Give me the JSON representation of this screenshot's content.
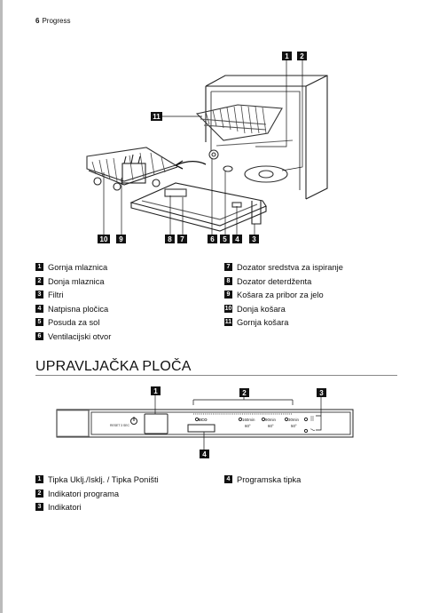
{
  "header": {
    "page_number": "6",
    "title": "Progress"
  },
  "appliance_callouts": [
    "1",
    "2",
    "11",
    "10",
    "9",
    "8",
    "7",
    "6",
    "5",
    "4",
    "3"
  ],
  "appliance_legend_left": [
    {
      "num": "1",
      "label": "Gornja mlaznica"
    },
    {
      "num": "2",
      "label": "Donja mlaznica"
    },
    {
      "num": "3",
      "label": "Filtri"
    },
    {
      "num": "4",
      "label": "Natpisna pločica"
    },
    {
      "num": "5",
      "label": "Posuda za sol"
    },
    {
      "num": "6",
      "label": "Ventilacijski otvor"
    }
  ],
  "appliance_legend_right": [
    {
      "num": "7",
      "label": "Dozator sredstva za ispiranje"
    },
    {
      "num": "8",
      "label": "Dozator deterdženta"
    },
    {
      "num": "9",
      "label": "Košara za pribor za jelo"
    },
    {
      "num": "10",
      "label": "Donja košara"
    },
    {
      "num": "11",
      "label": "Gornja košara"
    }
  ],
  "section_title": "UPRAVLJAČKA PLOČA",
  "panel": {
    "callouts": [
      "1",
      "2",
      "3",
      "4"
    ],
    "reset_label": "RESET 3 SEC",
    "programs": [
      {
        "name": "ECO",
        "time": ""
      },
      {
        "name": "160min",
        "time": "60°"
      },
      {
        "name": "90min",
        "time": "60°"
      },
      {
        "name": "30min",
        "time": "50°"
      }
    ]
  },
  "panel_legend_left": [
    {
      "num": "1",
      "label": "Tipka Uklj./Isklj. / Tipka Poništi"
    },
    {
      "num": "2",
      "label": "Indikatori programa"
    },
    {
      "num": "3",
      "label": "Indikatori"
    }
  ],
  "panel_legend_right": [
    {
      "num": "4",
      "label": "Programska tipka"
    }
  ]
}
